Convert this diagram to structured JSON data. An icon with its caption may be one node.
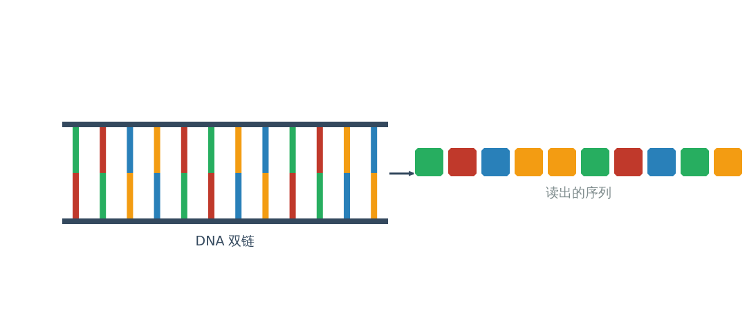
{
  "diagram": {
    "nodes": [
      {
        "text": [
          "DNA 双链"
        ]
      },
      {
        "text": [
          "读出的序列"
        ]
      }
    ],
    "edges": [
      {
        "from": 0,
        "to": 1,
        "arrow": "to"
      }
    ]
  }
}
